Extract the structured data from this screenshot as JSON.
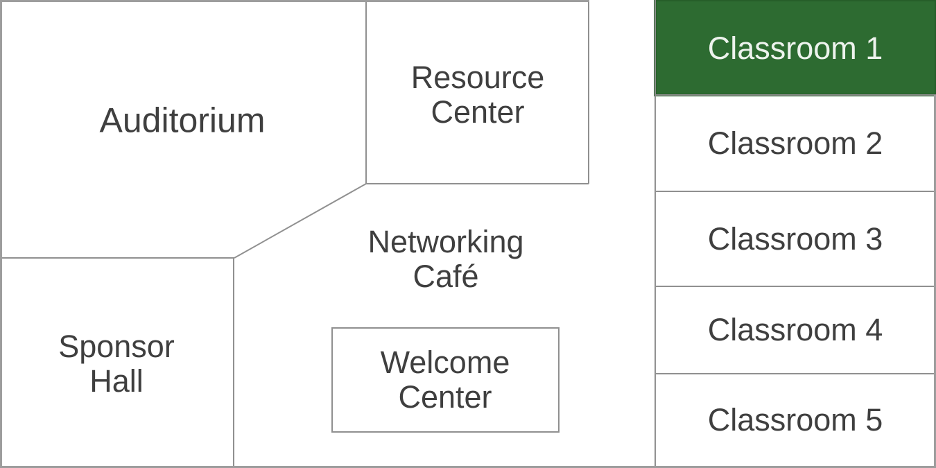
{
  "colors": {
    "highlight_fill": "#2d6b31",
    "highlight_border": "#265e29",
    "highlight_text": "#edf3ed",
    "line": "#909090",
    "outer_line": "#9d9d9d",
    "room_text": "#3f3f3f",
    "background": "#ffffff"
  },
  "rooms": [
    {
      "id": "auditorium",
      "label": "Auditorium",
      "highlighted": false
    },
    {
      "id": "resource-center",
      "label": "Resource Center",
      "highlighted": false
    },
    {
      "id": "networking-cafe",
      "label": "Networking Café",
      "highlighted": false
    },
    {
      "id": "sponsor-hall",
      "label": "Sponsor Hall",
      "highlighted": false
    },
    {
      "id": "welcome-center",
      "label": "Welcome Center",
      "highlighted": false
    },
    {
      "id": "classroom-1",
      "label": "Classroom 1",
      "highlighted": true
    },
    {
      "id": "classroom-2",
      "label": "Classroom 2",
      "highlighted": false
    },
    {
      "id": "classroom-3",
      "label": "Classroom 3",
      "highlighted": false
    },
    {
      "id": "classroom-4",
      "label": "Classroom 4",
      "highlighted": false
    },
    {
      "id": "classroom-5",
      "label": "Classroom 5",
      "highlighted": false
    }
  ]
}
